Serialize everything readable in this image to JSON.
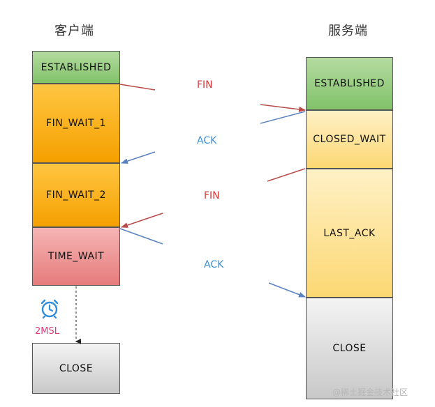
{
  "headers": {
    "client": "客户端",
    "server": "服务端"
  },
  "client_states": {
    "established": "ESTABLISHED",
    "fin_wait_1": "FIN_WAIT_1",
    "fin_wait_2": "FIN_WAIT_2",
    "time_wait": "TIME_WAIT",
    "close": "CLOSE"
  },
  "server_states": {
    "established": "ESTABLISHED",
    "closed_wait": "CLOSED_WAIT",
    "last_ack": "LAST_ACK",
    "close": "CLOSE"
  },
  "messages": {
    "fin1": "FIN",
    "ack1": "ACK",
    "fin2": "FIN",
    "ack2": "ACK"
  },
  "timer": {
    "label": "2MSL"
  },
  "watermark": "@稀土掘金技术社区",
  "colors": {
    "fin_arrow": "#b94a4a",
    "ack_arrow": "#5b82c0",
    "fin_text": "#d93838",
    "ack_text": "#3a90d8",
    "timer_text": "#e0397a"
  },
  "icons": {
    "timer": "alarm-clock-icon"
  }
}
